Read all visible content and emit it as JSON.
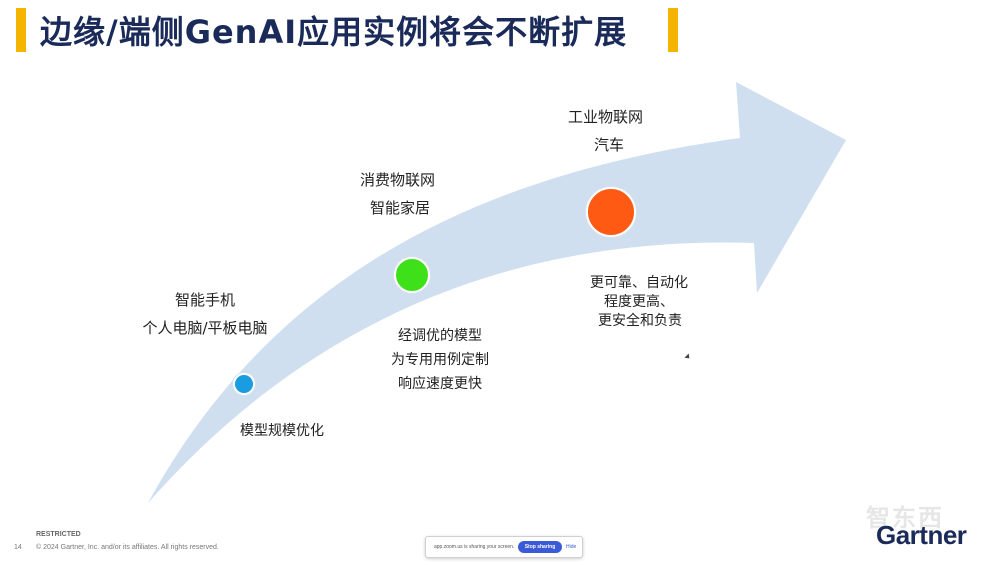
{
  "slide": {
    "title": "边缘/端侧GenAI应用实例将会不断扩展",
    "accent_color": "#f4b400",
    "title_color": "#1a2b5a",
    "arrow_color": "#cfdff0"
  },
  "stages": [
    {
      "heading_line1": "智能手机",
      "heading_line2": "个人电脑/平板电脑",
      "detail_line1": "模型规模优化",
      "dot_color": "#1b9be0"
    },
    {
      "heading_line1": "消费物联网",
      "heading_line2": "智能家居",
      "detail_line1": "经调优的模型",
      "detail_line2": "为专用用例定制",
      "detail_line3": "响应速度更快",
      "dot_color": "#3ee01a"
    },
    {
      "heading_line1": "工业物联网",
      "heading_line2": "汽车",
      "detail_line1": "更可靠、自动化",
      "detail_line2": "程度更高、",
      "detail_line3": "更安全和负责",
      "dot_color": "#ff5a14"
    }
  ],
  "footer": {
    "restricted": "RESTRICTED",
    "page_number": "14",
    "copyright": "© 2024 Gartner, Inc. and/or its affiliates. All rights reserved.",
    "brand": "Gartner",
    "watermark": "智东西"
  },
  "share_bar": {
    "text": "app.zoom.us is sharing your screen.",
    "stop_label": "Stop sharing",
    "hide_label": "Hide"
  }
}
